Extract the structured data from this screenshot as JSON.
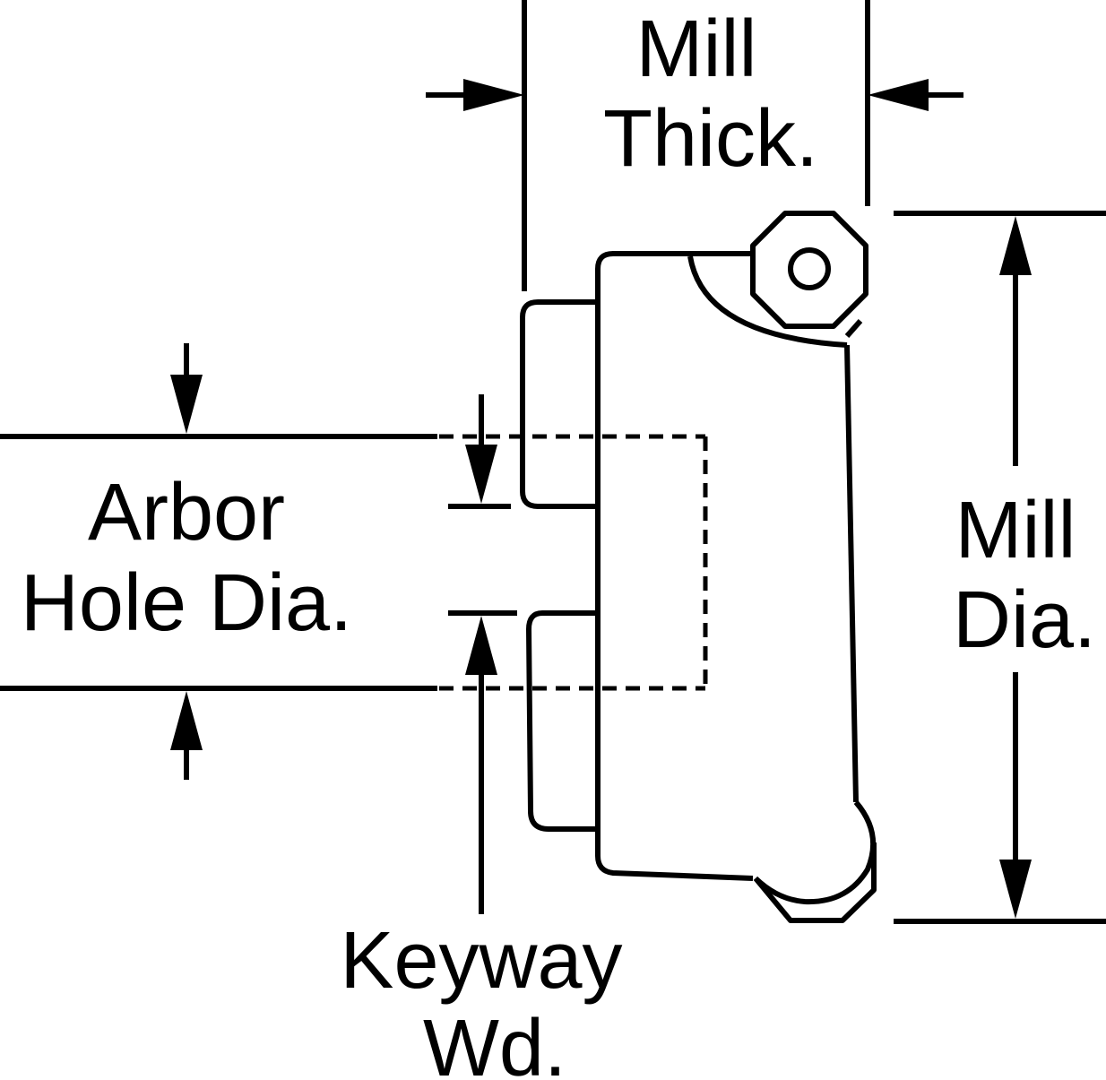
{
  "labels": {
    "mill_thick": [
      "Mill",
      "Thick."
    ],
    "arbor_hole_dia": [
      "Arbor",
      "Hole Dia."
    ],
    "mill_dia": [
      "Mill",
      "Dia."
    ],
    "keyway_wd": [
      "Keyway",
      "Wd."
    ]
  },
  "colors": {
    "stroke": "#000000",
    "background": "#ffffff"
  }
}
